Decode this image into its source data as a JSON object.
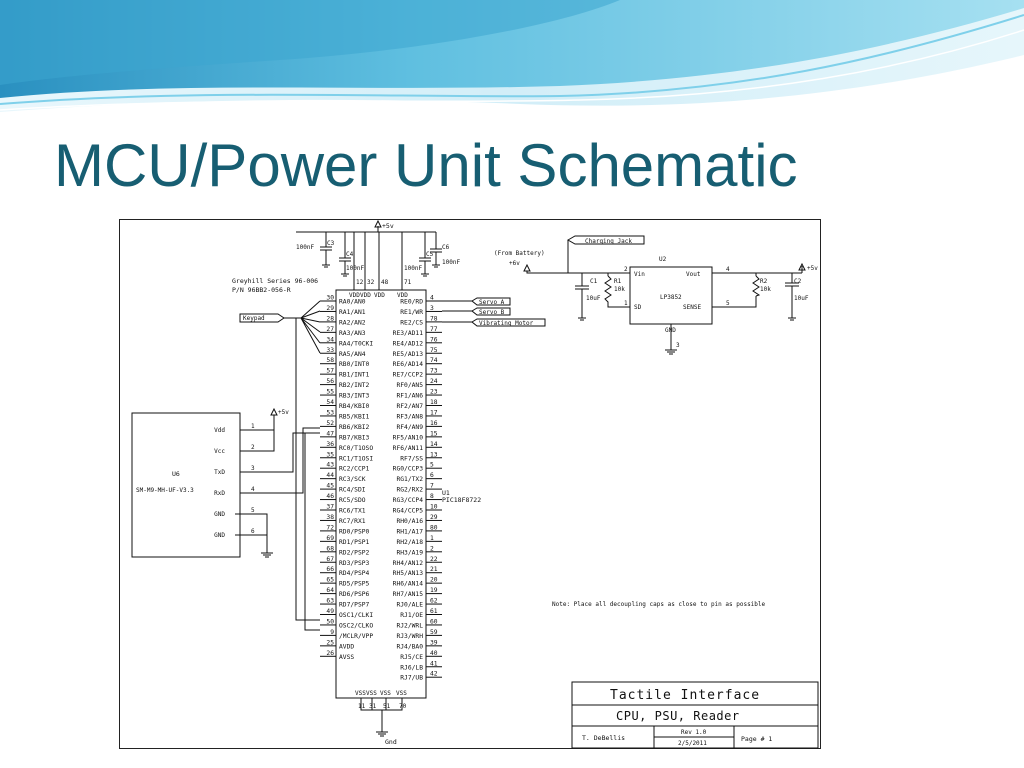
{
  "slide": {
    "title": "MCU/Power Unit Schematic"
  },
  "colors": {
    "title": "#175e72",
    "banner_light": "#bfe6f3",
    "banner_mid": "#7ccbe4",
    "banner_dark": "#2e9cc6"
  },
  "mcu": {
    "ref": "U1",
    "part": "PIC18F8722",
    "left_pins": [
      {
        "num": "30",
        "name": "RA0/AN0"
      },
      {
        "num": "29",
        "name": "RA1/AN1"
      },
      {
        "num": "28",
        "name": "RA2/AN2"
      },
      {
        "num": "27",
        "name": "RA3/AN3"
      },
      {
        "num": "34",
        "name": "RA4/T0CKI"
      },
      {
        "num": "33",
        "name": "RA5/AN4"
      },
      {
        "num": "58",
        "name": "RB0/INT0"
      },
      {
        "num": "57",
        "name": "RB1/INT1"
      },
      {
        "num": "56",
        "name": "RB2/INT2"
      },
      {
        "num": "55",
        "name": "RB3/INT3"
      },
      {
        "num": "54",
        "name": "RB4/KBI0"
      },
      {
        "num": "53",
        "name": "RB5/KBI1"
      },
      {
        "num": "52",
        "name": "RB6/KBI2"
      },
      {
        "num": "47",
        "name": "RB7/KBI3"
      },
      {
        "num": "36",
        "name": "RC0/T1OSO"
      },
      {
        "num": "35",
        "name": "RC1/T1OSI"
      },
      {
        "num": "43",
        "name": "RC2/CCP1"
      },
      {
        "num": "44",
        "name": "RC3/SCK"
      },
      {
        "num": "45",
        "name": "RC4/SDI"
      },
      {
        "num": "46",
        "name": "RC5/SDO"
      },
      {
        "num": "37",
        "name": "RC6/TX1"
      },
      {
        "num": "38",
        "name": "RC7/RX1"
      },
      {
        "num": "72",
        "name": "RD0/PSP0"
      },
      {
        "num": "69",
        "name": "RD1/PSP1"
      },
      {
        "num": "68",
        "name": "RD2/PSP2"
      },
      {
        "num": "67",
        "name": "RD3/PSP3"
      },
      {
        "num": "66",
        "name": "RD4/PSP4"
      },
      {
        "num": "65",
        "name": "RD5/PSP5"
      },
      {
        "num": "64",
        "name": "RD6/PSP6"
      },
      {
        "num": "63",
        "name": "RD7/PSP7"
      },
      {
        "num": "49",
        "name": "OSC1/CLKI"
      },
      {
        "num": "50",
        "name": "OSC2/CLKO"
      },
      {
        "num": "9",
        "name": "/MCLR/VPP"
      },
      {
        "num": "25",
        "name": "AVDD"
      },
      {
        "num": "26",
        "name": "AVSS"
      }
    ],
    "right_pins": [
      {
        "num": "4",
        "name": "RE0/RD"
      },
      {
        "num": "3",
        "name": "RE1/WR"
      },
      {
        "num": "78",
        "name": "RE2/CS"
      },
      {
        "num": "77",
        "name": "RE3/AD11"
      },
      {
        "num": "76",
        "name": "RE4/AD12"
      },
      {
        "num": "75",
        "name": "RE5/AD13"
      },
      {
        "num": "74",
        "name": "RE6/AD14"
      },
      {
        "num": "73",
        "name": "RE7/CCP2"
      },
      {
        "num": "24",
        "name": "RF0/AN5"
      },
      {
        "num": "23",
        "name": "RF1/AN6"
      },
      {
        "num": "18",
        "name": "RF2/AN7"
      },
      {
        "num": "17",
        "name": "RF3/AN8"
      },
      {
        "num": "16",
        "name": "RF4/AN9"
      },
      {
        "num": "15",
        "name": "RF5/AN10"
      },
      {
        "num": "14",
        "name": "RF6/AN11"
      },
      {
        "num": "13",
        "name": "RF7/SS"
      },
      {
        "num": "5",
        "name": "RG0/CCP3"
      },
      {
        "num": "6",
        "name": "RG1/TX2"
      },
      {
        "num": "7",
        "name": "RG2/RX2"
      },
      {
        "num": "8",
        "name": "RG3/CCP4"
      },
      {
        "num": "10",
        "name": "RG4/CCP5"
      },
      {
        "num": "29",
        "name": "RH0/A16"
      },
      {
        "num": "80",
        "name": "RH1/A17"
      },
      {
        "num": "1",
        "name": "RH2/A18"
      },
      {
        "num": "2",
        "name": "RH3/A19"
      },
      {
        "num": "22",
        "name": "RH4/AN12"
      },
      {
        "num": "21",
        "name": "RH5/AN13"
      },
      {
        "num": "20",
        "name": "RH6/AN14"
      },
      {
        "num": "19",
        "name": "RH7/AN15"
      },
      {
        "num": "62",
        "name": "RJ0/ALE"
      },
      {
        "num": "61",
        "name": "RJ1/OE"
      },
      {
        "num": "60",
        "name": "RJ2/WRL"
      },
      {
        "num": "59",
        "name": "RJ3/WRH"
      },
      {
        "num": "39",
        "name": "RJ4/BA0"
      },
      {
        "num": "40",
        "name": "RJ5/CE"
      },
      {
        "num": "41",
        "name": "RJ6/LB"
      },
      {
        "num": "42",
        "name": "RJ7/UB"
      }
    ],
    "top_pins": [
      {
        "num": "12",
        "name": "VDD"
      },
      {
        "num": "32",
        "name": "VDD"
      },
      {
        "num": "48",
        "name": "VDD"
      },
      {
        "num": "71",
        "name": "VDD"
      }
    ],
    "bottom_pins": [
      {
        "num": "11",
        "name": "VSS"
      },
      {
        "num": "31",
        "name": "VSS"
      },
      {
        "num": "51",
        "name": "VSS"
      },
      {
        "num": "70",
        "name": "VSS"
      }
    ]
  },
  "labels": {
    "plus5v": "+5v",
    "gnd": "Gnd",
    "c3": "C3",
    "c4": "C4",
    "c5": "C5",
    "c6": "C6",
    "cap_100nf": "100nF",
    "greyhill": "Greyhill Series 96-006",
    "pn": "P/N 96BB2-056-R",
    "keypad": "Keypad",
    "servo_a": "Servo A",
    "servo_b": "Servo B",
    "vib_motor": "Vibrating Motor",
    "u6_ref": "U6",
    "u6_part": "SM-M9-MH-UF-V3.3",
    "u6_pins": [
      {
        "num": "1",
        "name": "Vdd"
      },
      {
        "num": "2",
        "name": "Vcc"
      },
      {
        "num": "3",
        "name": "TxD"
      },
      {
        "num": "4",
        "name": "RxD"
      },
      {
        "num": "5",
        "name": "GND"
      },
      {
        "num": "6",
        "name": "GND"
      }
    ],
    "from_battery": "(From Battery)",
    "plus6v": "+6v",
    "charging_jack": "Charging Jack",
    "u2_ref": "U2",
    "u2_part": "LP3852",
    "u2_vin": "Vin",
    "u2_vout": "Vout",
    "u2_sd": "SD",
    "u2_sense": "SENSE",
    "u2_gnd": "GND",
    "u2_pin2": "2",
    "u2_pin4": "4",
    "u2_pin1": "1",
    "u2_pin5": "5",
    "u2_pin3": "3",
    "c1": "C1",
    "c1_val": "10uF",
    "r1": "R1",
    "r1_val": "10k",
    "r2": "R2",
    "r2_val": "10k",
    "c2": "C2",
    "c2_val": "10uF",
    "note": "Note: Place all decoupling caps as close to pin as possible"
  },
  "title_block": {
    "title": "Tactile Interface",
    "subtitle": "CPU, PSU, Reader",
    "author": "T. DeBellis",
    "rev": "Rev 1.0",
    "date": "2/5/2011",
    "page": "Page # 1"
  }
}
